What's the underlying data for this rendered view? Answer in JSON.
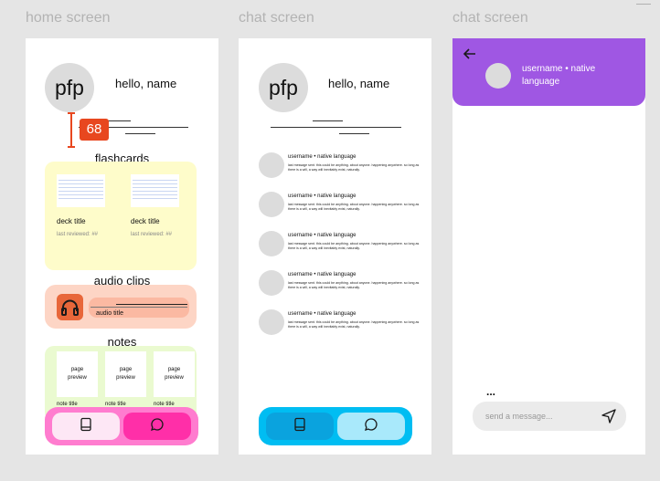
{
  "frames": {
    "home_label": "home screen",
    "chat_label": "chat screen",
    "chat_detail_label": "chat screen"
  },
  "home": {
    "pfp": "pfp",
    "greeting": "hello, name",
    "measure": "68",
    "flashcards": {
      "title": "flashcards",
      "decks": [
        {
          "title": "deck title",
          "meta": "last reviewed: ##"
        },
        {
          "title": "deck title",
          "meta": "last reviewed: ##"
        }
      ]
    },
    "audio": {
      "title": "audio clips",
      "clip_title": "audio title"
    },
    "notes": {
      "title": "notes",
      "items": [
        {
          "preview": "page\npreview",
          "title": "note title"
        },
        {
          "preview": "page\npreview",
          "title": "note title"
        },
        {
          "preview": "page\npreview",
          "title": "note title"
        }
      ]
    }
  },
  "chat_list": {
    "pfp": "pfp",
    "greeting": "hello, name",
    "contacts": [
      {
        "name": "username • native language",
        "message": "last message sent. this could be anything. about anyone. happening anywhere. so long as there is a will, a way will inevitably exist, naturally."
      },
      {
        "name": "username • native language",
        "message": "last message sent. this could be anything. about anyone. happening anywhere. so long as there is a will, a way will inevitably exist, naturally."
      },
      {
        "name": "username • native language",
        "message": "last message sent. this could be anything. about anyone. happening anywhere. so long as there is a will, a way will inevitably exist, naturally."
      },
      {
        "name": "username • native language",
        "message": "last message sent. this could be anything. about anyone. happening anywhere. so long as there is a will, a way will inevitably exist, naturally."
      },
      {
        "name": "username • native language",
        "message": "last message sent. this could be anything. about anyone. happening anywhere. so long as there is a will, a way will inevitably exist, naturally."
      }
    ]
  },
  "chat_detail": {
    "header_name": "username • native language",
    "typing": "...",
    "placeholder": "send a message..."
  },
  "icons": {
    "back": "arrow-left-icon",
    "send": "send-icon",
    "book": "book-icon",
    "chat": "chat-bubble-icon",
    "headphones": "headphones-icon"
  },
  "colors": {
    "measure": "#e8471f",
    "flashcards_bg": "#fefcca",
    "audio_bg": "#fdd5c5",
    "audio_icon": "#e8673a",
    "notes_bg": "#eafad0",
    "home_nav": "#ff7ccf",
    "home_nav_active": "#ff2fa8",
    "chat_nav": "#00bdf2",
    "chat_nav_active": "#0aa3de",
    "chat_header": "#9f57e3"
  }
}
